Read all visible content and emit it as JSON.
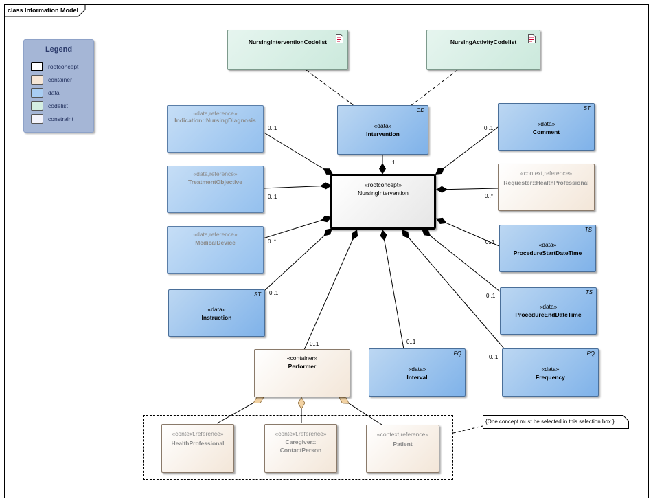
{
  "frame": {
    "title": "class Information Model"
  },
  "legend": {
    "title": "Legend",
    "items": [
      {
        "label": "rootconcept",
        "color": "#ffffff"
      },
      {
        "label": "container",
        "color": "#f6e6d6"
      },
      {
        "label": "data",
        "color": "#a9cdf2"
      },
      {
        "label": "codelist",
        "color": "#d4eee2"
      },
      {
        "label": "constraint",
        "color": "#f3f3fb"
      }
    ]
  },
  "classes": {
    "nursing_intervention_codelist": {
      "name": "NursingInterventionCodelist",
      "icon": "document-icon"
    },
    "nursing_activity_codelist": {
      "name": "NursingActivityCodelist",
      "icon": "document-icon"
    },
    "indication": {
      "stereotype": "«data,reference»",
      "name": "Indication::NursingDiagnosis"
    },
    "intervention": {
      "stereotype": "«data»",
      "name": "Intervention",
      "type": "CD"
    },
    "comment": {
      "stereotype": "«data»",
      "name": "Comment",
      "type": "ST"
    },
    "treatment_objective": {
      "stereotype": "«data,reference»",
      "name": "TreatmentObjective"
    },
    "root": {
      "stereotype": "«rootconcept»",
      "name": "NursingIntervention"
    },
    "requester": {
      "stereotype": "«context,reference»",
      "name": "Requester::HealthProfessional"
    },
    "medical_device": {
      "stereotype": "«data,reference»",
      "name": "MedicalDevice"
    },
    "procedure_start": {
      "stereotype": "«data»",
      "name": "ProcedureStartDateTime",
      "type": "TS"
    },
    "instruction": {
      "stereotype": "«data»",
      "name": "Instruction",
      "type": "ST"
    },
    "procedure_end": {
      "stereotype": "«data»",
      "name": "ProcedureEndDateTime",
      "type": "TS"
    },
    "performer": {
      "stereotype": "«container»",
      "name": "Performer"
    },
    "interval": {
      "stereotype": "«data»",
      "name": "Interval",
      "type": "PQ"
    },
    "frequency": {
      "stereotype": "«data»",
      "name": "Frequency",
      "type": "PQ"
    },
    "health_professional": {
      "stereotype": "«context,reference»",
      "name": "HealthProfessional"
    },
    "caregiver": {
      "stereotype": "«context,reference»",
      "name_line1": "Caregiver::",
      "name_line2": "ContactPerson"
    },
    "patient": {
      "stereotype": "«context,reference»",
      "name": "Patient"
    }
  },
  "multiplicities": {
    "indication": "0..1",
    "intervention": "1",
    "comment": "0..1",
    "treatment_objective": "0..1",
    "requester": "0..*",
    "medical_device": "0..*",
    "procedure_start": "0..1",
    "instruction": "0..1",
    "procedure_end": "0..1",
    "performer": "0..1",
    "interval": "0..1",
    "frequency": "0..1"
  },
  "note": {
    "text": "{One concept must be selected in this selection box.}"
  }
}
